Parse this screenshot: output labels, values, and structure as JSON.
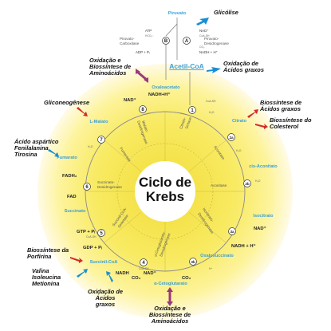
{
  "title": {
    "line1": "Ciclo de",
    "line2": "Krebs"
  },
  "top": {
    "piruvato": "Piruvato",
    "glicolise": "Glicólise",
    "atp": "ATP",
    "hco3": "HCO₃⁻",
    "piruvato_carboxilase": [
      "Piruvato-",
      "Carboxilase"
    ],
    "adp_pi": "ADP + Pᵢ",
    "nad": "NAD⁺",
    "coash": "CoA-SH",
    "piruvato_desidrogenase": [
      "Piruvato-",
      "Desidrogenase"
    ],
    "co2": "CO₂",
    "nadh": "NADH + H⁺",
    "acetil_coa": "Acetil-CoA",
    "step_a": "A",
    "step_b": "B"
  },
  "external": {
    "amino_top_left": [
      "Oxidação e",
      "Biossíntese de",
      "Aminoácidos"
    ],
    "oxid_graxos_right": [
      "Oxidação de",
      "Ácidos graxos"
    ],
    "gliconeogenese": "Gliconeogênese",
    "biossintese_graxos": [
      "Biossíntese de",
      "Ácidos graxos"
    ],
    "biossintese_colesterol": [
      "Biossíntese do",
      "Colesterol"
    ],
    "aminoacidos_left": [
      "Ácido aspártico",
      "Fenilalanina",
      "Tirosina"
    ],
    "porfirina": [
      "Biossíntese da",
      "Porfirina"
    ],
    "valina": [
      "Valina",
      "Isoleucina",
      "Metionina"
    ],
    "oxid_graxos_bottom": [
      "Oxidação de",
      "Ácidos",
      "graxos"
    ],
    "amino_bottom": [
      "Oxidação e",
      "Biossíntese de",
      "Aminoácidos"
    ]
  },
  "metabolites": {
    "oxaloacetato": "Oxaloacetato",
    "citrato": "Citrato",
    "cis_aconitato": "cis-Aconitato",
    "isocitrato": "Isocitrato",
    "oxalosuccinato": "Oxalosuccinato",
    "cetoglutarato": "α-Cetoglutarato",
    "succinil_coa": "Succinil-CoA",
    "succinato": "Succinato",
    "fumarato": "Fumarato",
    "l_malato": "L-Malato"
  },
  "enzymes": {
    "malato_desidrogenase": [
      "Malato-",
      "Desidrogenase"
    ],
    "citrato_sintase": [
      "Citrato-",
      "Sintase"
    ],
    "aconitase_1": "Aconitase",
    "aconitase_2": "Aconitase",
    "fumarase": "Fumarase",
    "succinato_desidrogenase": [
      "Succinato-",
      "Desidrogenase"
    ],
    "isocitrato_desidrogenase": [
      "Isocitrato-",
      "Desidrogenase"
    ],
    "succinil_coa_sintetase": [
      "Succinil-CoA-",
      "Sintetase"
    ],
    "cetoglutarato_desidrogenase": [
      "α-Cetoglutarato-",
      "Desidrogenase"
    ]
  },
  "cofactors": {
    "nadh_h_top": "NADH+H⁺",
    "nad_top": "NAD⁺",
    "fadh2": "FADH₂",
    "fad": "FAD",
    "gtp_pi": "GTP + Pᵢ",
    "gtp": "GTP",
    "gdp_pi": "GDP + Pᵢ",
    "coash_1": "CoA-SH",
    "coash_2": "CoA-SH",
    "nad_right": "NAD⁺",
    "nadh_h_right": "NADH + H⁺",
    "nadh_bottom": "NADH",
    "co2_bottom": "CO₂",
    "nad_bottom": "NAD⁺",
    "coash_bottom": "CoA-SH",
    "co2_b3": "CO₂",
    "h2o_1": "H₂O",
    "h2o_2": "H₂O",
    "h2o_3": "H₂O",
    "h2o_4": "H₂O",
    "h_plus": "H⁺"
  },
  "steps": {
    "s1": "1",
    "s2a": "2a",
    "s2b": "2b",
    "s3a": "3a",
    "s3b": "3b",
    "s4": "4",
    "s5": "5",
    "s6": "6",
    "s7": "7",
    "s8": "8"
  },
  "colors": {
    "ring_outer": "#fffbe0",
    "ring_mid": "#fdf28a",
    "ring_inner": "#f4e34a",
    "metabolite_blue": "#3a9fd8",
    "arrow_blue": "#1a8fd0",
    "arrow_red": "#d42a2a",
    "arrow_purple": "#9a3a7a"
  },
  "icons": {
    "step_marker": "circle-number-icon",
    "blue_arrow": "arrow-in-icon",
    "red_arrow": "arrow-out-icon",
    "purple_arrow": "bidirectional-arrow-icon"
  }
}
